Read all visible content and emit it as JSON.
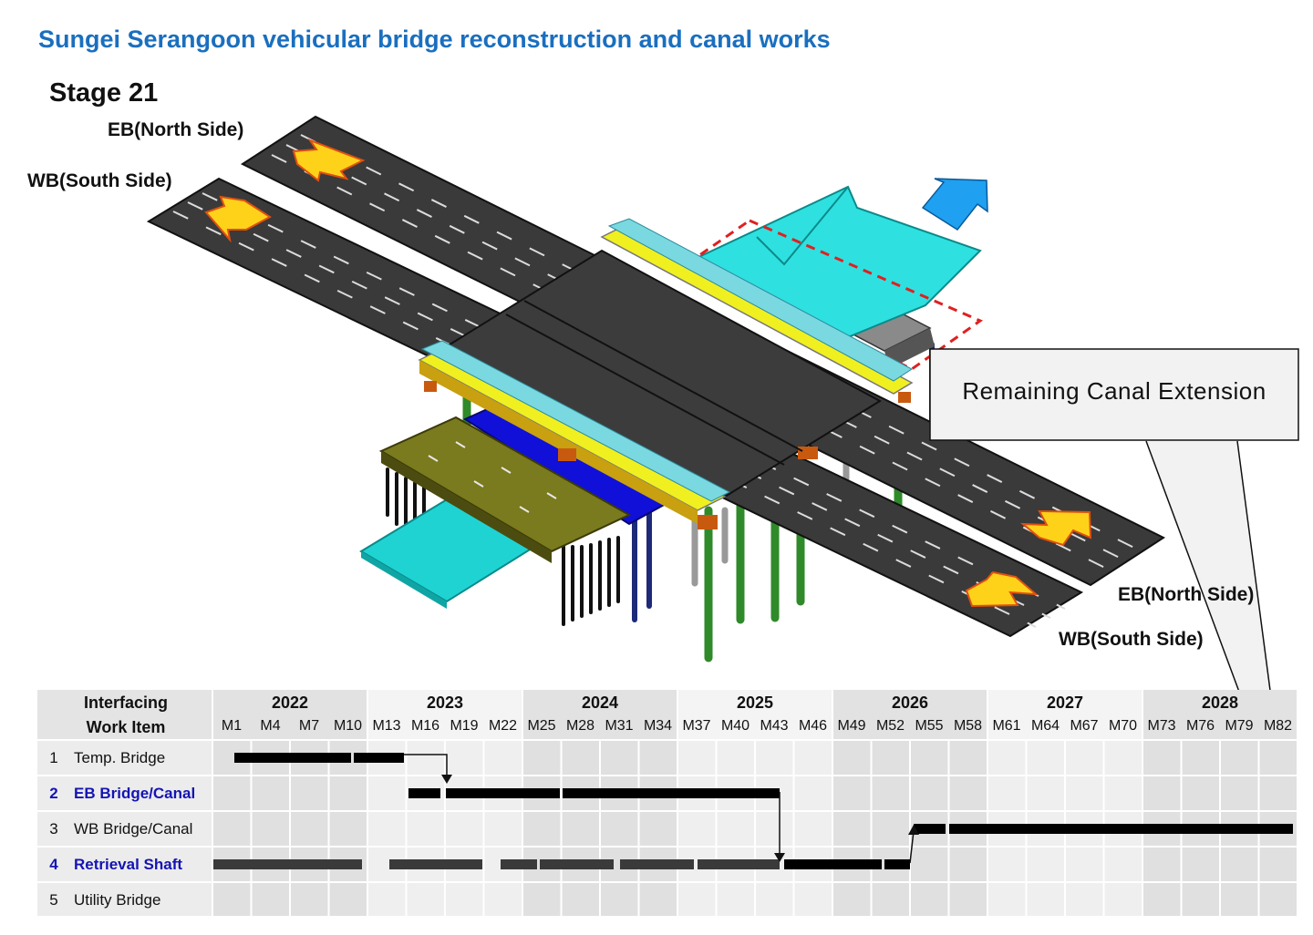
{
  "title": "Sungei Serangoon vehicular bridge reconstruction and canal works",
  "stage": "Stage 21",
  "labels": {
    "eb_top": "EB(North Side)",
    "wb_top": "WB(South Side)",
    "eb_bottom": "EB(North Side)",
    "wb_bottom": "WB(South Side)"
  },
  "callout": "Remaining Canal Extension",
  "gantt": {
    "header_line1": "Interfacing",
    "header_line2": "Work Item",
    "years": [
      "2022",
      "2023",
      "2024",
      "2025",
      "2026",
      "2027",
      "2028"
    ],
    "months": [
      "M1",
      "M4",
      "M7",
      "M10",
      "M13",
      "M16",
      "M19",
      "M22",
      "M25",
      "M28",
      "M31",
      "M34",
      "M37",
      "M40",
      "M43",
      "M46",
      "M49",
      "M52",
      "M55",
      "M58",
      "M61",
      "M64",
      "M67",
      "M70",
      "M73",
      "M76",
      "M79",
      "M82"
    ],
    "rows": [
      {
        "num": "1",
        "name": "Temp. Bridge",
        "highlight": false
      },
      {
        "num": "2",
        "name": "EB Bridge/Canal",
        "highlight": true
      },
      {
        "num": "3",
        "name": "WB Bridge/Canal",
        "highlight": false
      },
      {
        "num": "4",
        "name": "Retrieval Shaft",
        "highlight": true
      },
      {
        "num": "5",
        "name": "Utility Bridge",
        "highlight": false
      }
    ],
    "colors": {
      "bar": "#000000",
      "bar_grey": "#3a3a3a",
      "highlight_text": "#1414b4",
      "title": "#1a6fbf"
    }
  }
}
